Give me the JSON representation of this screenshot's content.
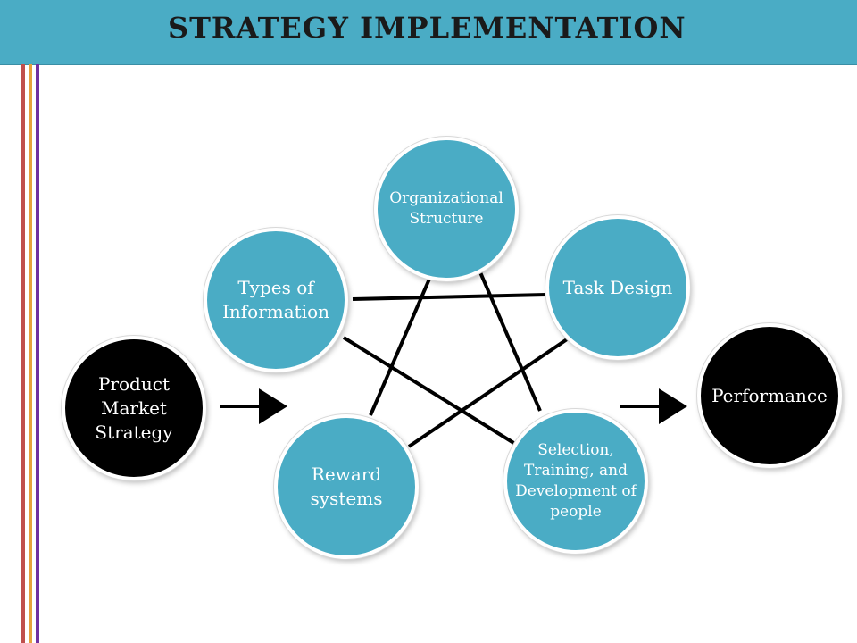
{
  "title": "STRATEGY IMPLEMENTATION",
  "colors": {
    "title_bar": "#4aacc5",
    "node_teal": "#4aacc5",
    "node_black": "#000000",
    "stripe_1": "#c0504d",
    "stripe_2": "#e67e22",
    "stripe_3": "#7030a0"
  },
  "nodes": {
    "organizational_structure": "Organizational Structure",
    "task_design": "Task Design",
    "types_of_information": "Types of Information",
    "reward_systems": "Reward systems",
    "selection_training": "Selection, Training, and Development of people",
    "product_market_strategy": "Product Market Strategy",
    "performance": "Performance"
  }
}
